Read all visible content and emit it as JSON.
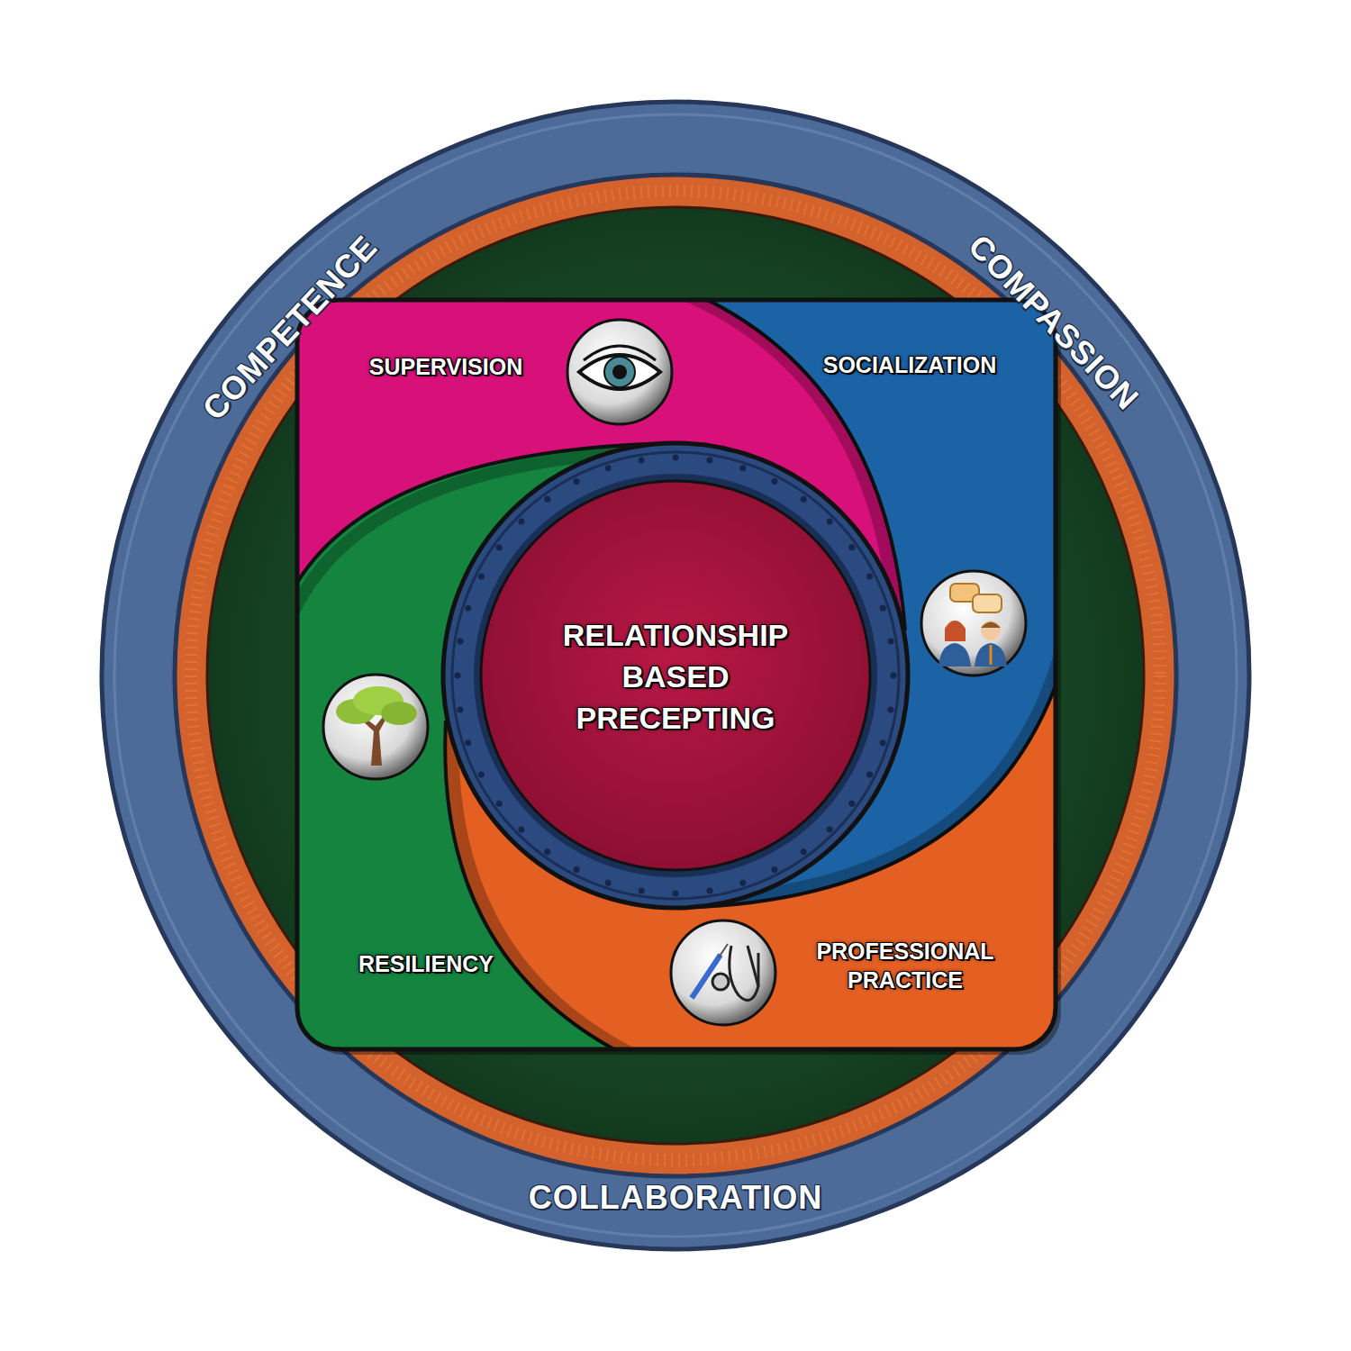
{
  "diagram": {
    "nodes": [
      {
        "text": [
          "COMPETENCE",
          "COMPASSION",
          "COLLABORATION"
        ]
      },
      {
        "text": [
          "SUPERVISION"
        ],
        "in": 0
      },
      {
        "text": [
          "SOCIALIZATION"
        ],
        "in": 0
      },
      {
        "text": [
          "RELATIONSHIP BASED PRECEPTING"
        ],
        "in": 0
      },
      {
        "text": [
          "RESILIENCY"
        ],
        "in": 0
      },
      {
        "text": [
          "PROFESSIONAL PRACTICE"
        ],
        "in": 0
      }
    ]
  }
}
